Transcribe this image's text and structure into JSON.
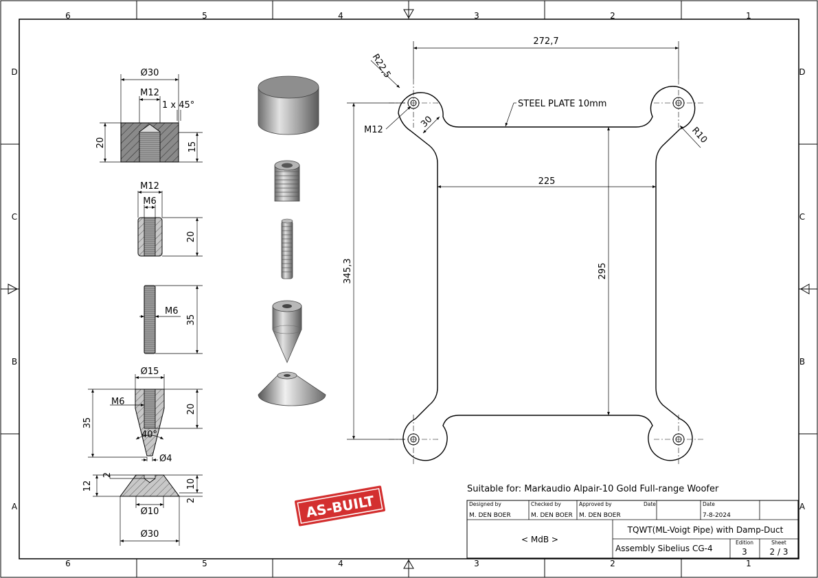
{
  "zones": {
    "columns": [
      "6",
      "5",
      "4",
      "3",
      "2",
      "1"
    ],
    "rows": [
      "D",
      "C",
      "B",
      "A"
    ]
  },
  "plate": {
    "material_note": "STEEL PLATE 10mm",
    "dims": {
      "width_outer": "272,7",
      "width_inner": "225",
      "height_outer": "345,3",
      "height_inner": "295",
      "radius_lobe": "R22,5",
      "radius_fillet": "R10",
      "hole": "M12",
      "arm": "30"
    }
  },
  "part1": {
    "dia": "Ø30",
    "thread": "M12",
    "chamfer": "1 x 45°",
    "height": "20",
    "thread_depth": "15"
  },
  "part2": {
    "outer_thread": "M12",
    "inner_thread": "M6",
    "height": "20"
  },
  "part3": {
    "thread": "M6",
    "length": "35"
  },
  "part4": {
    "dia": "Ø15",
    "thread": "M6",
    "length": "35",
    "thread_depth": "20",
    "angle": "40°",
    "tip": "Ø4"
  },
  "part5": {
    "top": "2",
    "height": "12",
    "body": "10",
    "edge": "2",
    "bore": "Ø10",
    "dia": "Ø30"
  },
  "stamp": "AS-BUILT",
  "suitable": "Suitable for: Markaudio Alpair-10 Gold Full-range Woofer",
  "titleblock": {
    "designed_label": "Designed by",
    "designed": "M. DEN BOER",
    "checked_label": "Checked by",
    "checked": "M. DEN BOER",
    "approved_label": "Approved by",
    "approved": "M. DEN BOER",
    "date_label1": "Date",
    "date_label2": "Date",
    "date": "7-8-2024",
    "org": "< MdB >",
    "title": "TQWT(ML-Voigt Pipe) with Damp-Duct",
    "subtitle": "Assembly Sibelius CG-4",
    "edition_label": "Edition",
    "edition": "3",
    "sheet_label": "Sheet",
    "sheet": "2 / 3"
  }
}
